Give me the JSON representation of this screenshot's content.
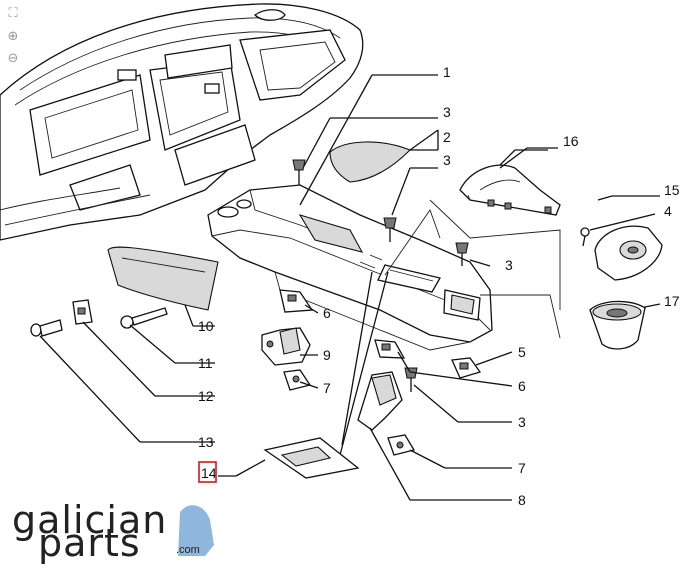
{
  "viewer": {
    "controls": [
      {
        "icon": "fit-screen-icon",
        "glyph": "⛶"
      },
      {
        "icon": "zoom-in-icon",
        "glyph": "⊕"
      },
      {
        "icon": "zoom-out-icon",
        "glyph": "⊖"
      }
    ]
  },
  "callouts": [
    {
      "id": "c1",
      "label": "1"
    },
    {
      "id": "c3a",
      "label": "3"
    },
    {
      "id": "c2",
      "label": "2"
    },
    {
      "id": "c3b",
      "label": "3"
    },
    {
      "id": "c16",
      "label": "16"
    },
    {
      "id": "c15",
      "label": "15"
    },
    {
      "id": "c4",
      "label": "4"
    },
    {
      "id": "c3c",
      "label": "3"
    },
    {
      "id": "c17",
      "label": "17"
    },
    {
      "id": "c10",
      "label": "10"
    },
    {
      "id": "c6a",
      "label": "6"
    },
    {
      "id": "c9",
      "label": "9"
    },
    {
      "id": "c11",
      "label": "11"
    },
    {
      "id": "c7a",
      "label": "7"
    },
    {
      "id": "c12",
      "label": "12"
    },
    {
      "id": "c5",
      "label": "5"
    },
    {
      "id": "c6b",
      "label": "6"
    },
    {
      "id": "c3d",
      "label": "3"
    },
    {
      "id": "c13",
      "label": "13"
    },
    {
      "id": "c7b",
      "label": "7"
    },
    {
      "id": "c14",
      "label": "14"
    },
    {
      "id": "c8",
      "label": "8"
    }
  ],
  "highlight": {
    "label": "14",
    "color": "#d01818"
  },
  "logo": {
    "line1": "galician",
    "line2": "parts",
    "suffix": ".com",
    "accent": "#8fb6dc"
  }
}
